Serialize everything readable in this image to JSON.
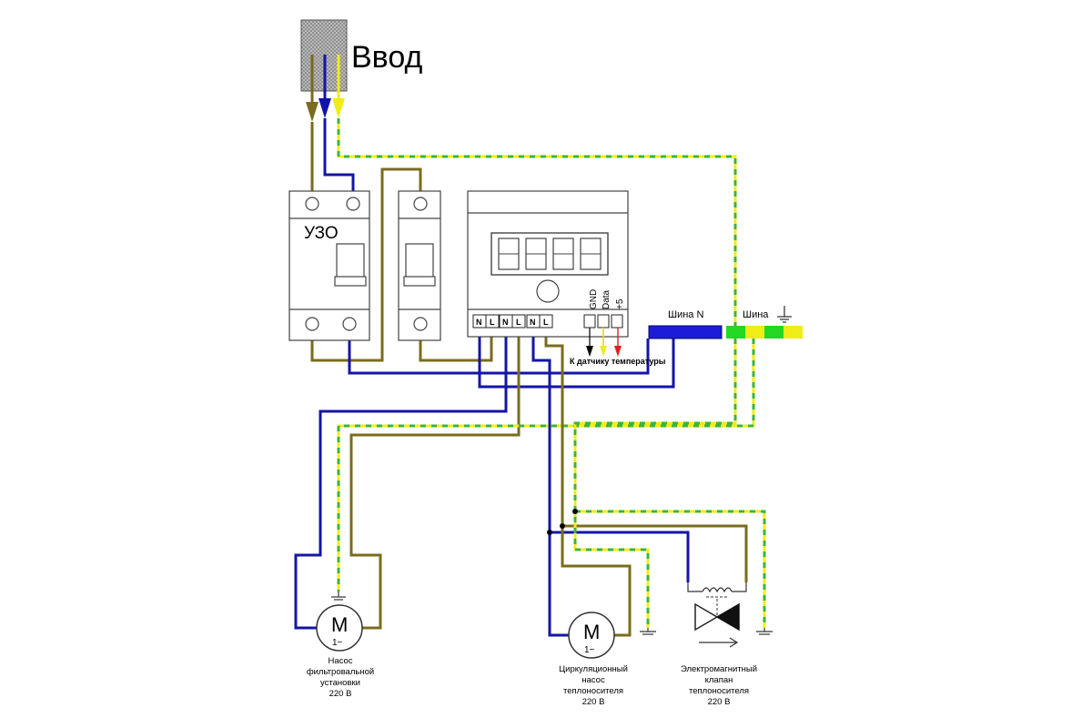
{
  "diagram": {
    "input_label": "Ввод",
    "rcd_label": "УЗО",
    "controller_terminals": [
      "N",
      "L",
      "N",
      "L",
      "N",
      "L"
    ],
    "sensor_terminals": [
      "GND",
      "Data",
      "+5"
    ],
    "sensor_caption": "К датчику температуры",
    "bus_n_label": "Шина N",
    "bus_pe_label": "Шина",
    "motor_symbol": "M",
    "motor_phase": "1~",
    "loads": [
      {
        "lines": [
          "Насос",
          "фильтровальной",
          "установки",
          "220 В"
        ]
      },
      {
        "lines": [
          "Циркуляционный",
          "насос",
          "теплоносителя",
          "220 В"
        ]
      },
      {
        "lines": [
          "Электромагнитный",
          "клапан",
          "теплоносителя",
          "220 В"
        ]
      }
    ]
  },
  "colors": {
    "phase": "#7a6c1c",
    "neutral": "#1414a8",
    "pe_yellow": "#f0ec18",
    "pe_green": "#3cb43c",
    "bus_n": "#1c1cd8"
  }
}
